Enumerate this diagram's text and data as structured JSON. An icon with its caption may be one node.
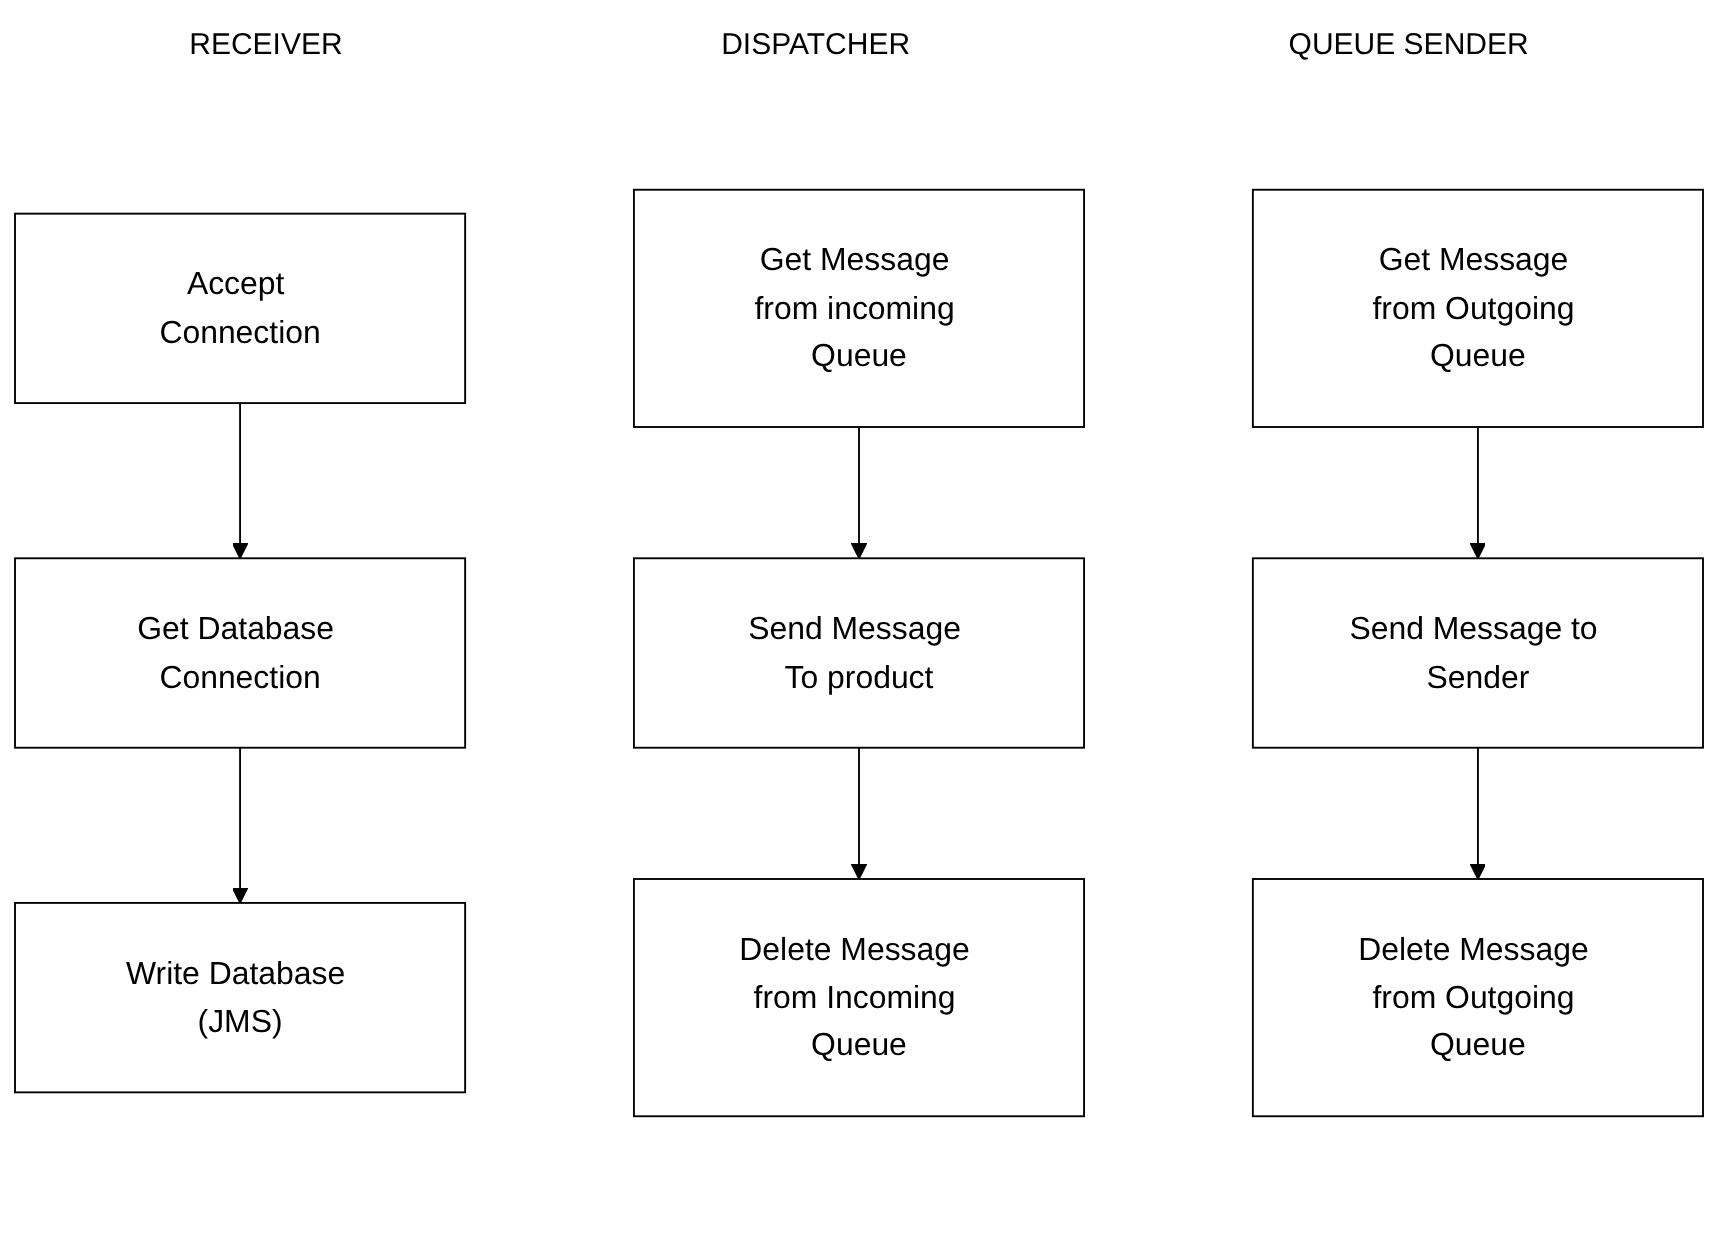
{
  "diagram": {
    "nodes": [
      {
        "text": [
          "Accept Connection"
        ]
      },
      {
        "text": [
          "Get Message from incoming Queue"
        ]
      },
      {
        "text": [
          "Get Message from Outgoing Queue"
        ]
      },
      {
        "text": [
          "Get Database Connection"
        ]
      },
      {
        "text": [
          "Send Message To product"
        ]
      },
      {
        "text": [
          "Send Message to Sender"
        ]
      },
      {
        "text": [
          "Write Database (JMS)"
        ]
      },
      {
        "text": [
          "Delete Message from Incoming Queue"
        ]
      },
      {
        "text": [
          "Delete Message from Outgoing Queue"
        ]
      }
    ],
    "edges": [
      {
        "from": 0,
        "to": 3,
        "arrow": "to"
      },
      {
        "from": 3,
        "to": 6,
        "arrow": "to"
      },
      {
        "from": 1,
        "to": 4,
        "arrow": "to"
      },
      {
        "from": 4,
        "to": 7,
        "arrow": "to"
      },
      {
        "from": 2,
        "to": 5,
        "arrow": "to"
      },
      {
        "from": 5,
        "to": 8,
        "arrow": "to"
      }
    ],
    "labels": [
      "RECEIVER",
      "DISPATCHER",
      "QUEUE SENDER"
    ]
  }
}
